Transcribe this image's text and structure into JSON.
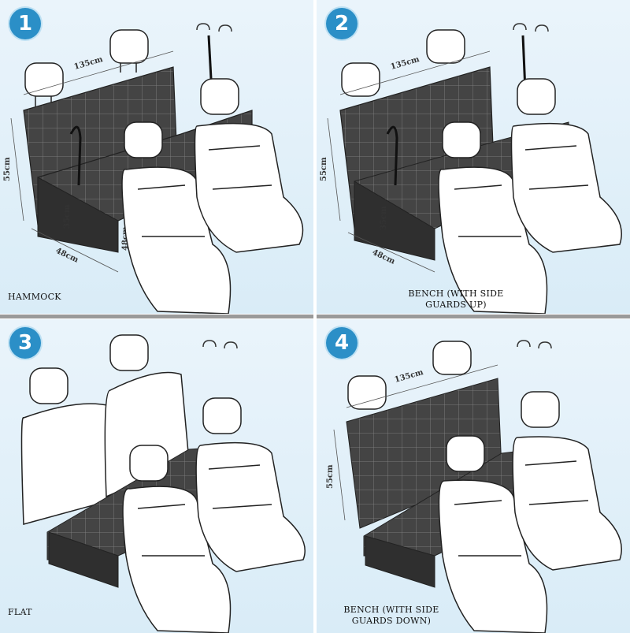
{
  "panels": [
    {
      "number": "1",
      "caption": "HAMMOCK",
      "dims": {
        "width": "135cm",
        "height": "55cm",
        "depth": "48cm",
        "side": "35cm",
        "seat": "48cm"
      }
    },
    {
      "number": "2",
      "caption_line1": "BENCH (WITH SIDE",
      "caption_line2": "GUARDS UP)",
      "dims": {
        "width": "135cm",
        "height": "55cm",
        "depth": "48cm",
        "side": "35cm"
      }
    },
    {
      "number": "3",
      "caption": "FLAT"
    },
    {
      "number": "4",
      "caption_line1": "BENCH (WITH SIDE",
      "caption_line2": "GUARDS DOWN)",
      "dims": {
        "width": "135cm",
        "height": "55cm"
      }
    }
  ],
  "colors": {
    "badge": "#2b8fc7",
    "cover": "#3f3f3f",
    "background": "#e3f0f8"
  }
}
